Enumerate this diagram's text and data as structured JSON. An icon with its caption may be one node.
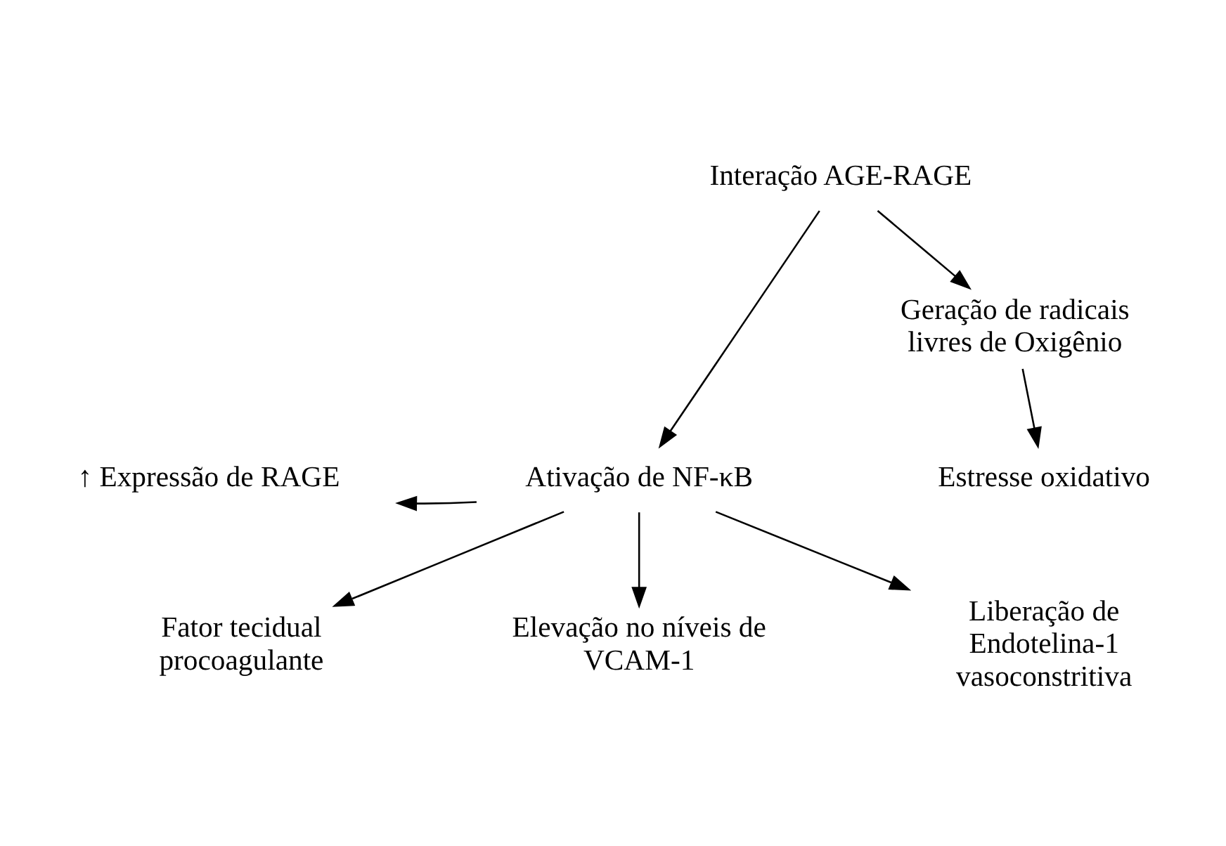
{
  "diagram": {
    "nodes": [
      {
        "text": [
          "Interação AGE-RAGE"
        ]
      },
      {
        "text": [
          "Geração de radicais livres de Oxigênio"
        ]
      },
      {
        "text": [
          "↑ Expressão de RAGE"
        ]
      },
      {
        "text": [
          "Ativação de NF-κB"
        ]
      },
      {
        "text": [
          "Estresse oxidativo"
        ]
      },
      {
        "text": [
          "Fator tecidual procoagulante"
        ]
      },
      {
        "text": [
          "Elevação no níveis de VCAM-1"
        ]
      },
      {
        "text": [
          "Liberação de Endotelina-1 vasoconstritiva"
        ]
      }
    ],
    "edges": [
      {
        "from": 0,
        "to": 1,
        "arrow": "to"
      },
      {
        "from": 0,
        "to": 3,
        "arrow": "to"
      },
      {
        "from": 3,
        "to": 2,
        "arrow": "to"
      },
      {
        "from": 1,
        "to": 4,
        "arrow": "to"
      },
      {
        "from": 3,
        "to": 5,
        "arrow": "to"
      },
      {
        "from": 3,
        "to": 6,
        "arrow": "to"
      },
      {
        "from": 3,
        "to": 7,
        "arrow": "to"
      }
    ]
  }
}
